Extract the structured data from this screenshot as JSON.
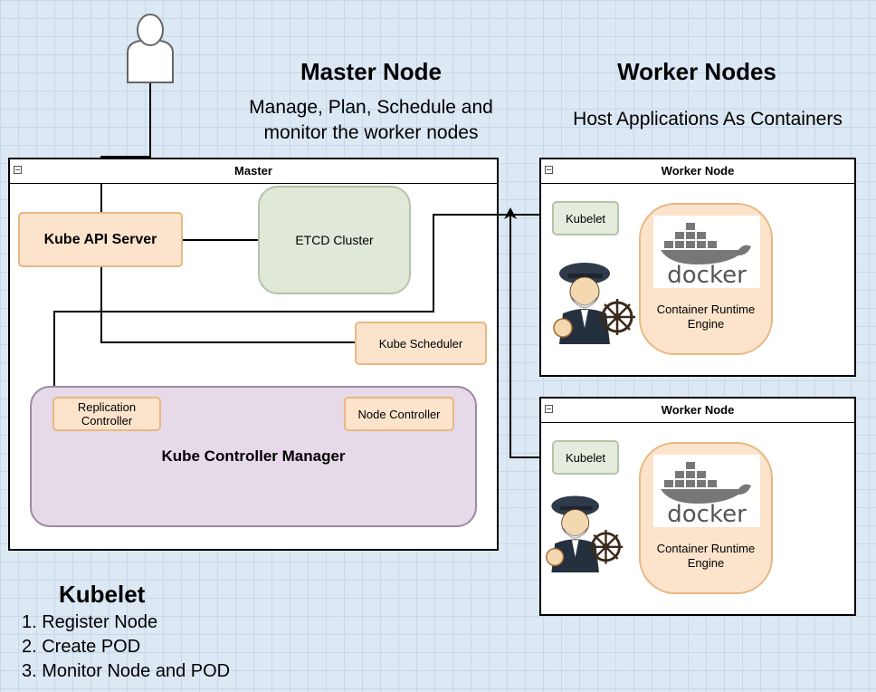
{
  "master_heading": {
    "title": "Master Node",
    "subtitle": "Manage, Plan, Schedule and monitor the worker nodes"
  },
  "worker_heading": {
    "title": "Worker Nodes",
    "subtitle": "Host Applications As Containers"
  },
  "master": {
    "title": "Master",
    "api_server": "Kube API Server",
    "etcd": "ETCD Cluster",
    "scheduler": "Kube Scheduler",
    "controller_manager": {
      "label": "Kube Controller Manager",
      "replication": "Replication Controller",
      "node": "Node Controller"
    }
  },
  "workers": [
    {
      "title": "Worker Node",
      "kubelet": "Kubelet",
      "runtime": "Container Runtime Engine",
      "docker": "docker"
    },
    {
      "title": "Worker Node",
      "kubelet": "Kubelet",
      "runtime": "Container Runtime Engine",
      "docker": "docker"
    }
  ],
  "kubelet_section": {
    "title": "Kubelet",
    "items": [
      "1. Register Node",
      "2. Create POD",
      "3. Monitor Node and POD"
    ]
  },
  "colors": {
    "background": "#dce8f4",
    "peach_fill": "#fce3cc",
    "peach_border": "#e8b882",
    "green_fill": "#e3ecdd",
    "purple_fill": "#e6d9e8",
    "docker_blue": "#2496ed"
  }
}
